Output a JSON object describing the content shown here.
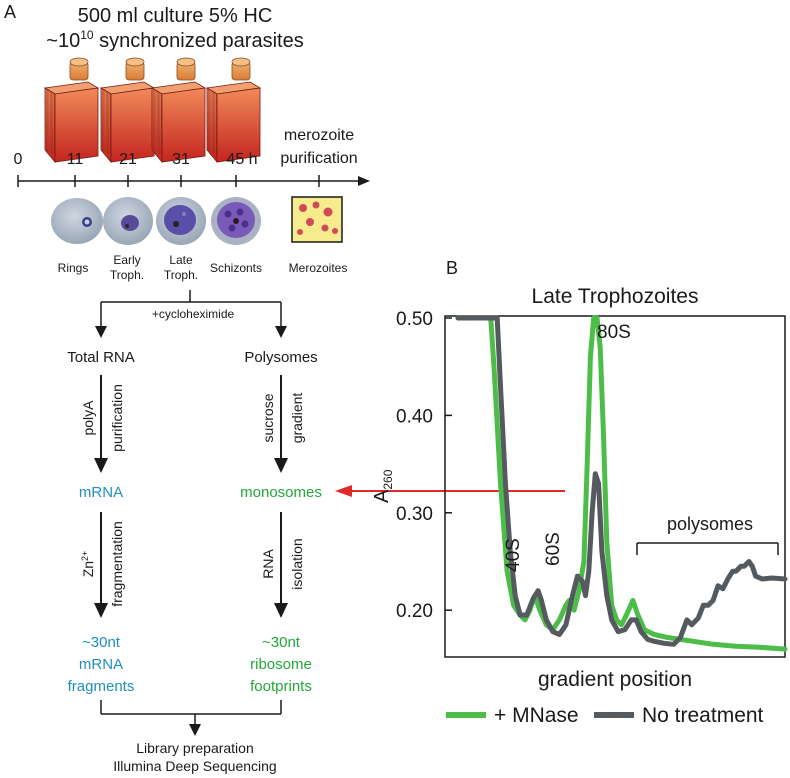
{
  "panel_a": {
    "label": "A",
    "heading_line1": "500 ml culture 5% HC",
    "heading_line2_prefix": "~10",
    "heading_line2_exp": "10",
    "heading_line2_suffix": " synchronized parasites",
    "timeline": {
      "ticks": [
        "0",
        "11",
        "21",
        "31",
        "45 h"
      ],
      "purification_line1": "merozoite",
      "purification_line2": "purification"
    },
    "stages": [
      {
        "line1": "Rings",
        "line2": ""
      },
      {
        "line1": "Early",
        "line2": "Troph."
      },
      {
        "line1": "Late",
        "line2": "Troph."
      },
      {
        "line1": "Schizonts",
        "line2": ""
      },
      {
        "line1": "Merozoites",
        "line2": ""
      }
    ],
    "treatment": "+cycloheximide",
    "left_branch": {
      "title": "Total RNA",
      "step1_a": "polyA",
      "step1_b": "purification",
      "product": "mRNA",
      "step2_a": "Zn",
      "step2_a_sup": "2+",
      "step2_b": "fragmentation",
      "final_line1": "~30nt",
      "final_line2": "mRNA",
      "final_line3": "fragments"
    },
    "right_branch": {
      "title": "Polysomes",
      "step1_a": "sucrose",
      "step1_b": "gradient",
      "product": "monosomes",
      "step2_a": "RNA",
      "step2_b": "isolation",
      "final_line1": "~30nt",
      "final_line2": "ribosome",
      "final_line3": "footprints"
    },
    "output_line1": "Library preparation",
    "output_line2": "Illumina Deep Sequencing"
  },
  "colors": {
    "mrna_blue": "#1f8fc0",
    "mono_green": "#22a83a",
    "arrow_red": "#e02a2a",
    "mnase_green": "#4dbd4a",
    "notreat_gray": "#555a5e",
    "flask_red": "#d9302a",
    "flask_cap": "#e8944a"
  },
  "panel_b": {
    "label": "B",
    "annotations": {
      "s80": "80S",
      "s60": "60S",
      "s40": "40S",
      "polysomes": "polysomes"
    }
  },
  "chart_data": {
    "type": "line",
    "title": "Late Trophozoites",
    "xlabel": "gradient position",
    "ylabel_main": "A",
    "ylabel_sub": "260",
    "ylim": [
      0.155,
      0.5
    ],
    "xlim": [
      0,
      100
    ],
    "yticks": [
      "0.50",
      "0.40",
      "0.30",
      "0.20"
    ],
    "ytick_values": [
      0.5,
      0.4,
      0.3,
      0.2
    ],
    "grid": false,
    "legend_position": "bottom",
    "series": [
      {
        "name": "+ MNase",
        "color": "#4dbd4a",
        "points": [
          [
            0,
            0.5
          ],
          [
            10,
            0.5
          ],
          [
            11,
            0.45
          ],
          [
            13,
            0.33
          ],
          [
            15,
            0.24
          ],
          [
            17,
            0.205
          ],
          [
            19,
            0.195
          ],
          [
            20.5,
            0.19
          ],
          [
            22,
            0.2
          ],
          [
            23.5,
            0.215
          ],
          [
            25,
            0.2
          ],
          [
            27,
            0.185
          ],
          [
            29,
            0.18
          ],
          [
            31,
            0.19
          ],
          [
            33,
            0.205
          ],
          [
            34,
            0.21
          ],
          [
            35.5,
            0.2
          ],
          [
            37,
            0.22
          ],
          [
            38.5,
            0.25
          ],
          [
            39.5,
            0.35
          ],
          [
            40.5,
            0.46
          ],
          [
            41.5,
            0.5
          ],
          [
            42.5,
            0.5
          ],
          [
            43.5,
            0.47
          ],
          [
            44.5,
            0.38
          ],
          [
            45.5,
            0.27
          ],
          [
            47,
            0.205
          ],
          [
            48.5,
            0.19
          ],
          [
            50,
            0.185
          ],
          [
            51.5,
            0.195
          ],
          [
            53.5,
            0.21
          ],
          [
            55,
            0.195
          ],
          [
            57,
            0.18
          ],
          [
            60,
            0.175
          ],
          [
            64,
            0.172
          ],
          [
            68,
            0.17
          ],
          [
            72,
            0.168
          ],
          [
            78,
            0.165
          ],
          [
            85,
            0.163
          ],
          [
            92,
            0.162
          ],
          [
            100,
            0.16
          ]
        ]
      },
      {
        "name": "No treatment",
        "color": "#555a5e",
        "points": [
          [
            0,
            0.5
          ],
          [
            12,
            0.5
          ],
          [
            13,
            0.43
          ],
          [
            14.5,
            0.33
          ],
          [
            16,
            0.26
          ],
          [
            17.5,
            0.215
          ],
          [
            19,
            0.195
          ],
          [
            21,
            0.195
          ],
          [
            23,
            0.212
          ],
          [
            24.5,
            0.22
          ],
          [
            25.5,
            0.21
          ],
          [
            27,
            0.19
          ],
          [
            29,
            0.178
          ],
          [
            31,
            0.175
          ],
          [
            33,
            0.185
          ],
          [
            35,
            0.215
          ],
          [
            36.5,
            0.235
          ],
          [
            38,
            0.23
          ],
          [
            39,
            0.215
          ],
          [
            40,
            0.24
          ],
          [
            41,
            0.3
          ],
          [
            42,
            0.34
          ],
          [
            43,
            0.33
          ],
          [
            44,
            0.26
          ],
          [
            45.5,
            0.215
          ],
          [
            47,
            0.19
          ],
          [
            49,
            0.178
          ],
          [
            51,
            0.18
          ],
          [
            53,
            0.19
          ],
          [
            54.5,
            0.19
          ],
          [
            56,
            0.178
          ],
          [
            58,
            0.17
          ],
          [
            60,
            0.168
          ],
          [
            63,
            0.166
          ],
          [
            66,
            0.165
          ],
          [
            68,
            0.172
          ],
          [
            70,
            0.19
          ],
          [
            71.5,
            0.185
          ],
          [
            73.5,
            0.192
          ],
          [
            75,
            0.205
          ],
          [
            76.5,
            0.205
          ],
          [
            78,
            0.21
          ],
          [
            79.5,
            0.225
          ],
          [
            81,
            0.222
          ],
          [
            82.5,
            0.232
          ],
          [
            84,
            0.24
          ],
          [
            85,
            0.24
          ],
          [
            86.5,
            0.245
          ],
          [
            87.5,
            0.245
          ],
          [
            89,
            0.25
          ],
          [
            90,
            0.245
          ],
          [
            91,
            0.235
          ],
          [
            93,
            0.232
          ],
          [
            96,
            0.233
          ],
          [
            100,
            0.232
          ]
        ]
      }
    ]
  }
}
